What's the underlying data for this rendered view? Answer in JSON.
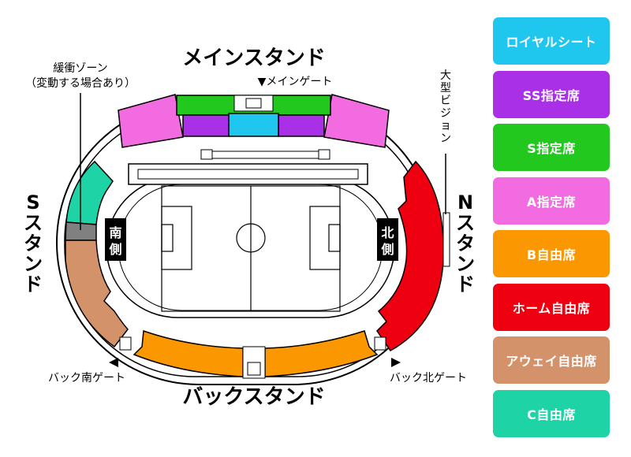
{
  "stands": {
    "main": "メインスタンド",
    "back": "バックスタンド",
    "south": "Sスタンド",
    "north": "Nスタンド"
  },
  "south_side_label": "南側",
  "north_side_label": "北側",
  "annotations": {
    "buffer_zone_line1": "緩衝ゾーン",
    "buffer_zone_line2": "（変動する場合あり）",
    "main_gate": "▼メインゲート",
    "big_vision": "大型ビジョン",
    "back_south_gate": "バック南ゲート",
    "back_north_gate": "バック北ゲート"
  },
  "colors": {
    "royal": "#1FC6EE",
    "ss": "#A930E6",
    "s": "#22C81E",
    "a": "#F26BE0",
    "b": "#FB9700",
    "home": "#EE0010",
    "away": "#D4926A",
    "c": "#1ED3A6",
    "buffer": "#808080"
  },
  "legend": [
    {
      "label": "ロイヤルシート",
      "color": "#1FC6EE"
    },
    {
      "label": "SS指定席",
      "color": "#A930E6"
    },
    {
      "label": "S指定席",
      "color": "#22C81E"
    },
    {
      "label": "A指定席",
      "color": "#F26BE0"
    },
    {
      "label": "B自由席",
      "color": "#FB9700"
    },
    {
      "label": "ホーム自由席",
      "color": "#EE0010"
    },
    {
      "label": "アウェイ自由席",
      "color": "#D4926A"
    },
    {
      "label": "C自由席",
      "color": "#1ED3A6"
    }
  ]
}
